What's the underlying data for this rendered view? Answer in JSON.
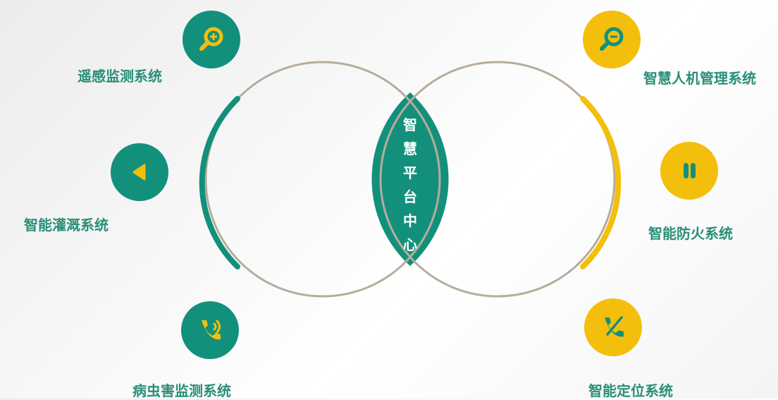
{
  "colors": {
    "teal": "#13907c",
    "yellow": "#f4bf0c",
    "ring": "#b7ac9c",
    "label_teal": "#2a8f78"
  },
  "center": {
    "text": "智慧平台中心"
  },
  "left_systems": [
    {
      "label": "遥感监测系统",
      "icon": "zoom-in-icon"
    },
    {
      "label": "智能灌溉系统",
      "icon": "play-left-icon"
    },
    {
      "label": "病虫害监测系统",
      "icon": "phone-sound-icon"
    }
  ],
  "right_systems": [
    {
      "label": "智慧人机管理系统",
      "icon": "zoom-out-icon"
    },
    {
      "label": "智能防火系统",
      "icon": "pause-icon"
    },
    {
      "label": "智能定位系统",
      "icon": "phone-off-icon"
    }
  ]
}
